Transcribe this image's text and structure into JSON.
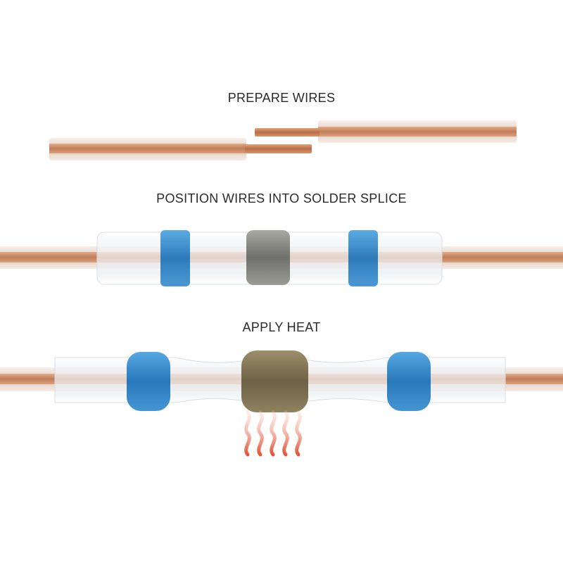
{
  "steps": [
    {
      "label": "PREPARE WIRES"
    },
    {
      "label": "POSITION WIRES INTO SOLDER SPLICE"
    },
    {
      "label": "APPLY HEAT"
    }
  ],
  "colors": {
    "copper": "#c8825a",
    "insulation": "#f1e6e0",
    "sealing_ring": "#2f86c8",
    "solder": "#8a8a86",
    "heat": "#e0553a"
  }
}
